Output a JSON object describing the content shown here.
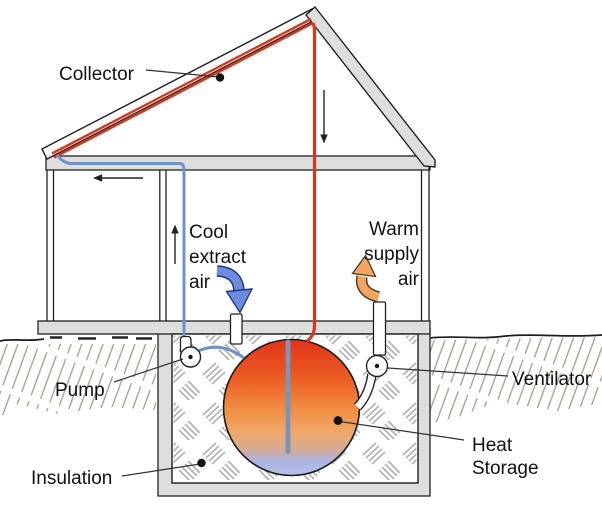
{
  "diagram": {
    "type": "solar-heating-system-cross-section",
    "labels": {
      "collector": "Collector",
      "cool_extract_air": {
        "line1": "Cool",
        "line2": "extract",
        "line3": "air"
      },
      "warm_supply_air": {
        "line1": "Warm",
        "line2": "supply",
        "line3": "air"
      },
      "pump": "Pump",
      "ventilator": "Ventilator",
      "heat_storage": {
        "line1": "Heat",
        "line2": "Storage"
      },
      "insulation": "Insulation"
    },
    "colors": {
      "hot_pipe": "#d5381f",
      "cold_pipe": "#6e93c8",
      "storage_pipe": "#7e93b8",
      "cool_arrow_fill": "#6d8ce0",
      "cool_arrow_border": "#26367e",
      "warm_arrow_fill": "#f3a660",
      "warm_arrow_border": "#4a3a28",
      "wall_fill": "#dedede",
      "outline": "#1d1d1d",
      "soil_stroke": "#a89a7f",
      "insulation_stroke": "#b2b2b2",
      "label_color": "#111111",
      "storage_gradient": {
        "top": "#e23318",
        "upper": "#ec5f24",
        "mid": "#f18f44",
        "lower": "#efa869",
        "fade": "#d8ab91",
        "blue": "#aab4e4",
        "bottom": "#b7c1ea"
      }
    }
  }
}
